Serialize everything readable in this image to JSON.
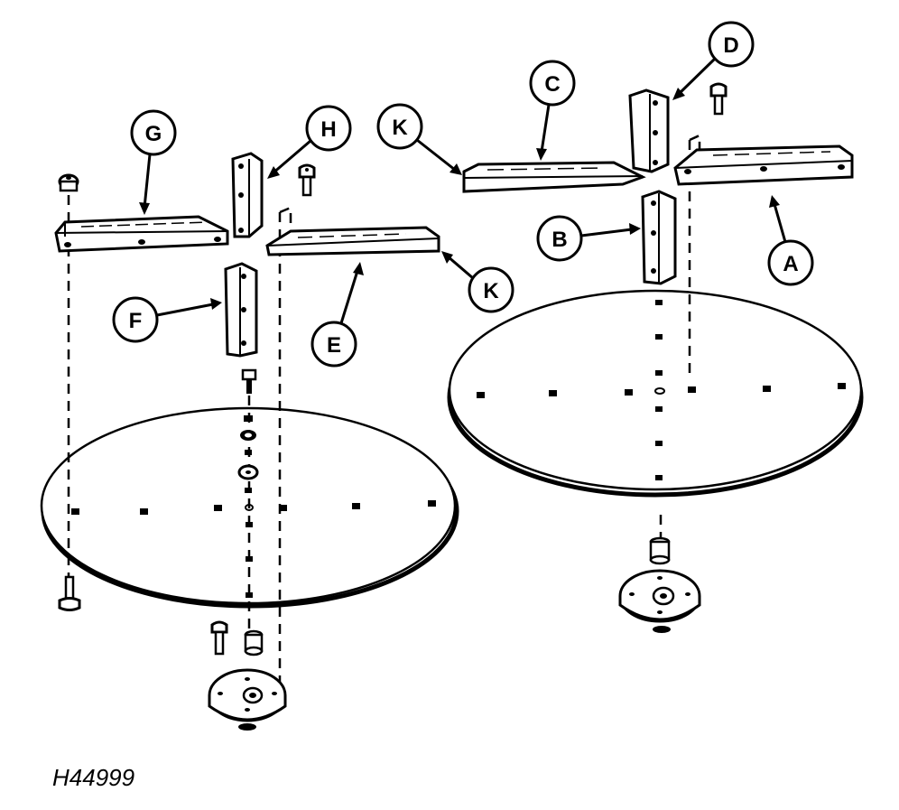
{
  "figure_id": "H44999",
  "callouts": {
    "A": "A",
    "B": "B",
    "C": "C",
    "D": "D",
    "E": "E",
    "F": "F",
    "G": "G",
    "H": "H",
    "K_left": "K",
    "K_right": "K"
  }
}
